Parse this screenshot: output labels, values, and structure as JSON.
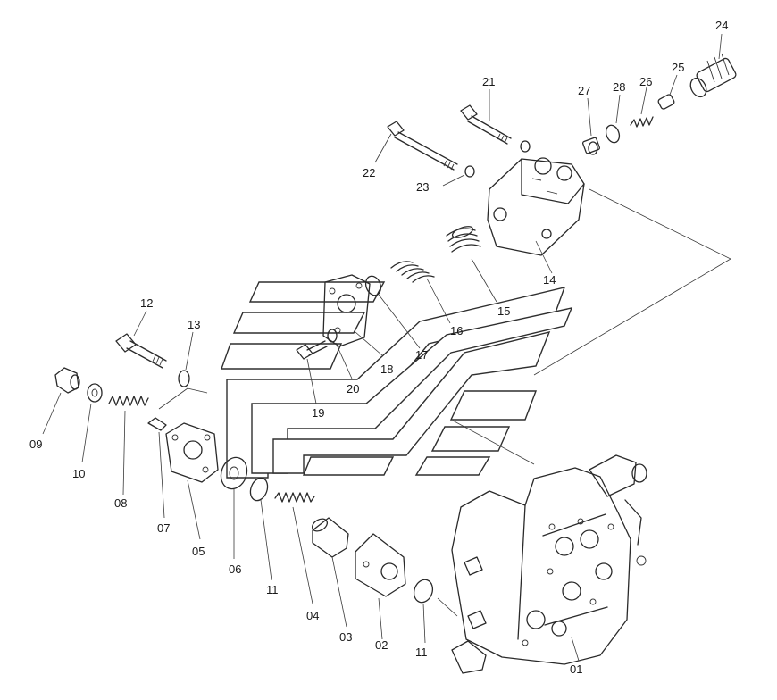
{
  "labels": {
    "p01": "01",
    "p02": "02",
    "p03": "03",
    "p04": "04",
    "p05": "05",
    "p06": "06",
    "p07": "07",
    "p08": "08",
    "p09": "09",
    "p10": "10",
    "p11a": "11",
    "p11b": "11",
    "p12": "12",
    "p13": "13",
    "p14": "14",
    "p15": "15",
    "p16": "16",
    "p17": "17",
    "p18": "18",
    "p19": "19",
    "p20": "20",
    "p21": "21",
    "p22": "22",
    "p23": "23",
    "p24": "24",
    "p25": "25",
    "p26": "26",
    "p27": "27",
    "p28": "28"
  },
  "colors": {
    "line": "#2a2a2a",
    "background": "#ffffff"
  }
}
